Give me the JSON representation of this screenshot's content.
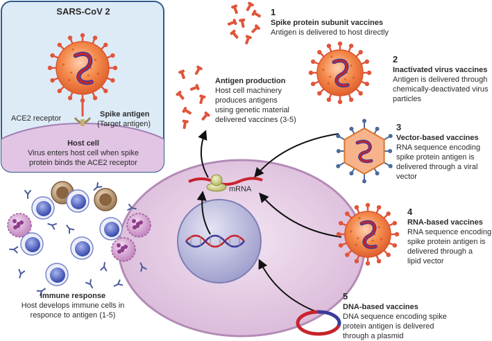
{
  "inset": {
    "title": "SARS-CoV 2",
    "ace2_label": "ACE2 receptor",
    "spike_title": "Spike antigen",
    "spike_sub": "(Target antigen)",
    "host_title": "Host cell",
    "host_desc_1": "Virus enters host cell when spike",
    "host_desc_2": "protein binds the ACE2 receptor"
  },
  "antigen_production": {
    "title": "Antigen production",
    "lines": [
      "Host cell machinery",
      "produces antigens",
      "using genetic material",
      "delivered vaccines (3-5)"
    ]
  },
  "mrna_label": "mRNA",
  "immune": {
    "title": "Immune response",
    "line1": "Host develops immune cells in",
    "line2": "responce to antigen (1-5)"
  },
  "vaccines": [
    {
      "number": "1",
      "title": "Spike protein subunit vaccines",
      "lines": [
        "Antigen is delivered to host directly"
      ]
    },
    {
      "number": "2",
      "title": "Inactivated virus vaccines",
      "lines": [
        "Antigen is delivered through",
        "chemically-deactivated virus",
        "particles"
      ]
    },
    {
      "number": "3",
      "title": "Vector-based vaccines",
      "lines": [
        "RNA sequence encoding",
        "spike protein antigen is",
        "delivered through a viral",
        "vector"
      ]
    },
    {
      "number": "4",
      "title": "RNA-based vaccines",
      "lines": [
        "RNA sequence encoding",
        "spike protein antigen is",
        "delivered through a",
        "lipid vector"
      ]
    },
    {
      "number": "5",
      "title": "DNA-based vaccines",
      "lines": [
        "DNA sequence encoding spike",
        "protein antigen is delivered",
        "through a plasmid"
      ]
    }
  ],
  "colors": {
    "inset_border": "#2f5a8c",
    "inset_fill": "#ddebf7",
    "cell_fill": "#e7cde6",
    "cell_border": "#b38bb6",
    "nucleus_fill": "#c9c9e6",
    "virus_fill": "#f07b3e",
    "spike": "#e0553c",
    "rna": "#c8232c",
    "dna_blue": "#3b3b9c"
  }
}
